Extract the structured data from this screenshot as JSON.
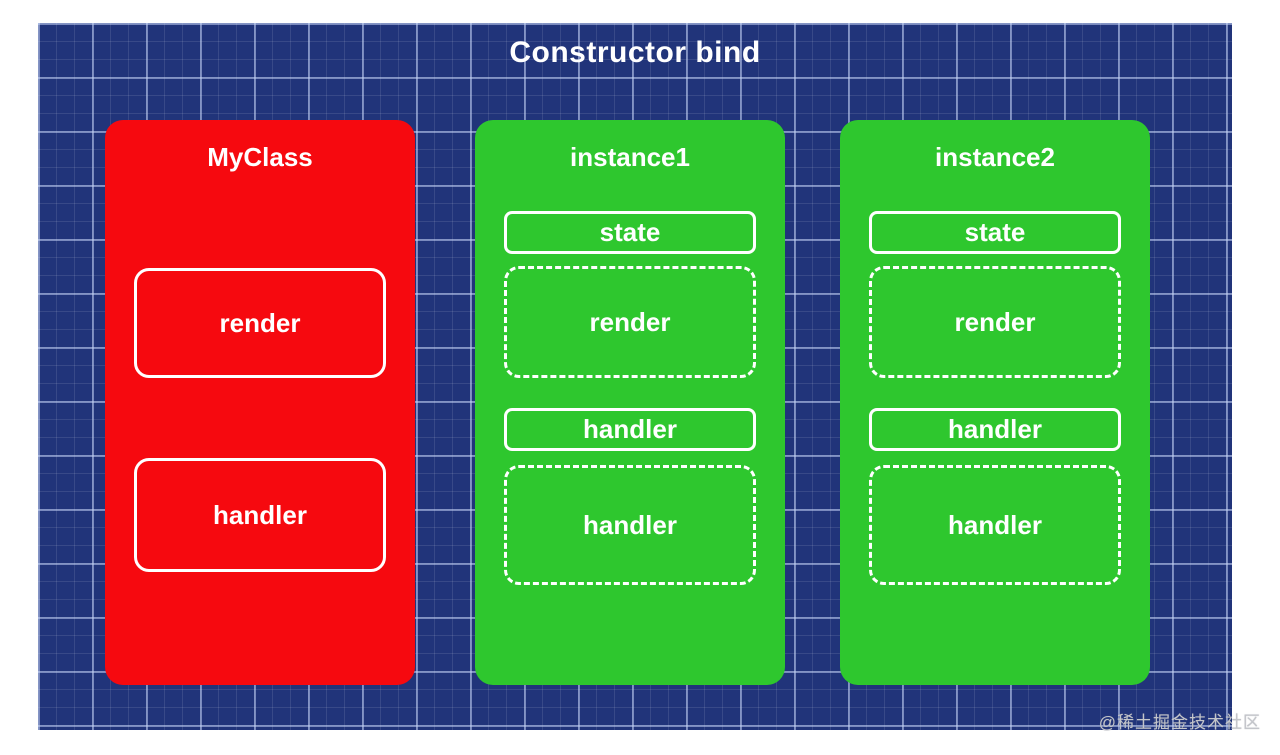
{
  "diagram": {
    "title": "Constructor bind",
    "watermark": "@稀土掘金技术社区",
    "colors": {
      "class_card": "#f6090f",
      "instance_card": "#2ec72e",
      "blueprint_background": "#21347a",
      "grid_major_line": "#c3d2f5",
      "text": "#ffffff"
    },
    "cards": [
      {
        "title": "MyClass",
        "type": "class",
        "boxes": [
          {
            "label": "render",
            "border": "solid"
          },
          {
            "label": "handler",
            "border": "solid"
          }
        ]
      },
      {
        "title": "instance1",
        "type": "instance",
        "boxes": [
          {
            "label": "state",
            "border": "solid"
          },
          {
            "label": "render",
            "border": "dashed"
          },
          {
            "label": "handler",
            "border": "solid"
          },
          {
            "label": "handler",
            "border": "dashed"
          }
        ]
      },
      {
        "title": "instance2",
        "type": "instance",
        "boxes": [
          {
            "label": "state",
            "border": "solid"
          },
          {
            "label": "render",
            "border": "dashed"
          },
          {
            "label": "handler",
            "border": "solid"
          },
          {
            "label": "handler",
            "border": "dashed"
          }
        ]
      }
    ]
  }
}
